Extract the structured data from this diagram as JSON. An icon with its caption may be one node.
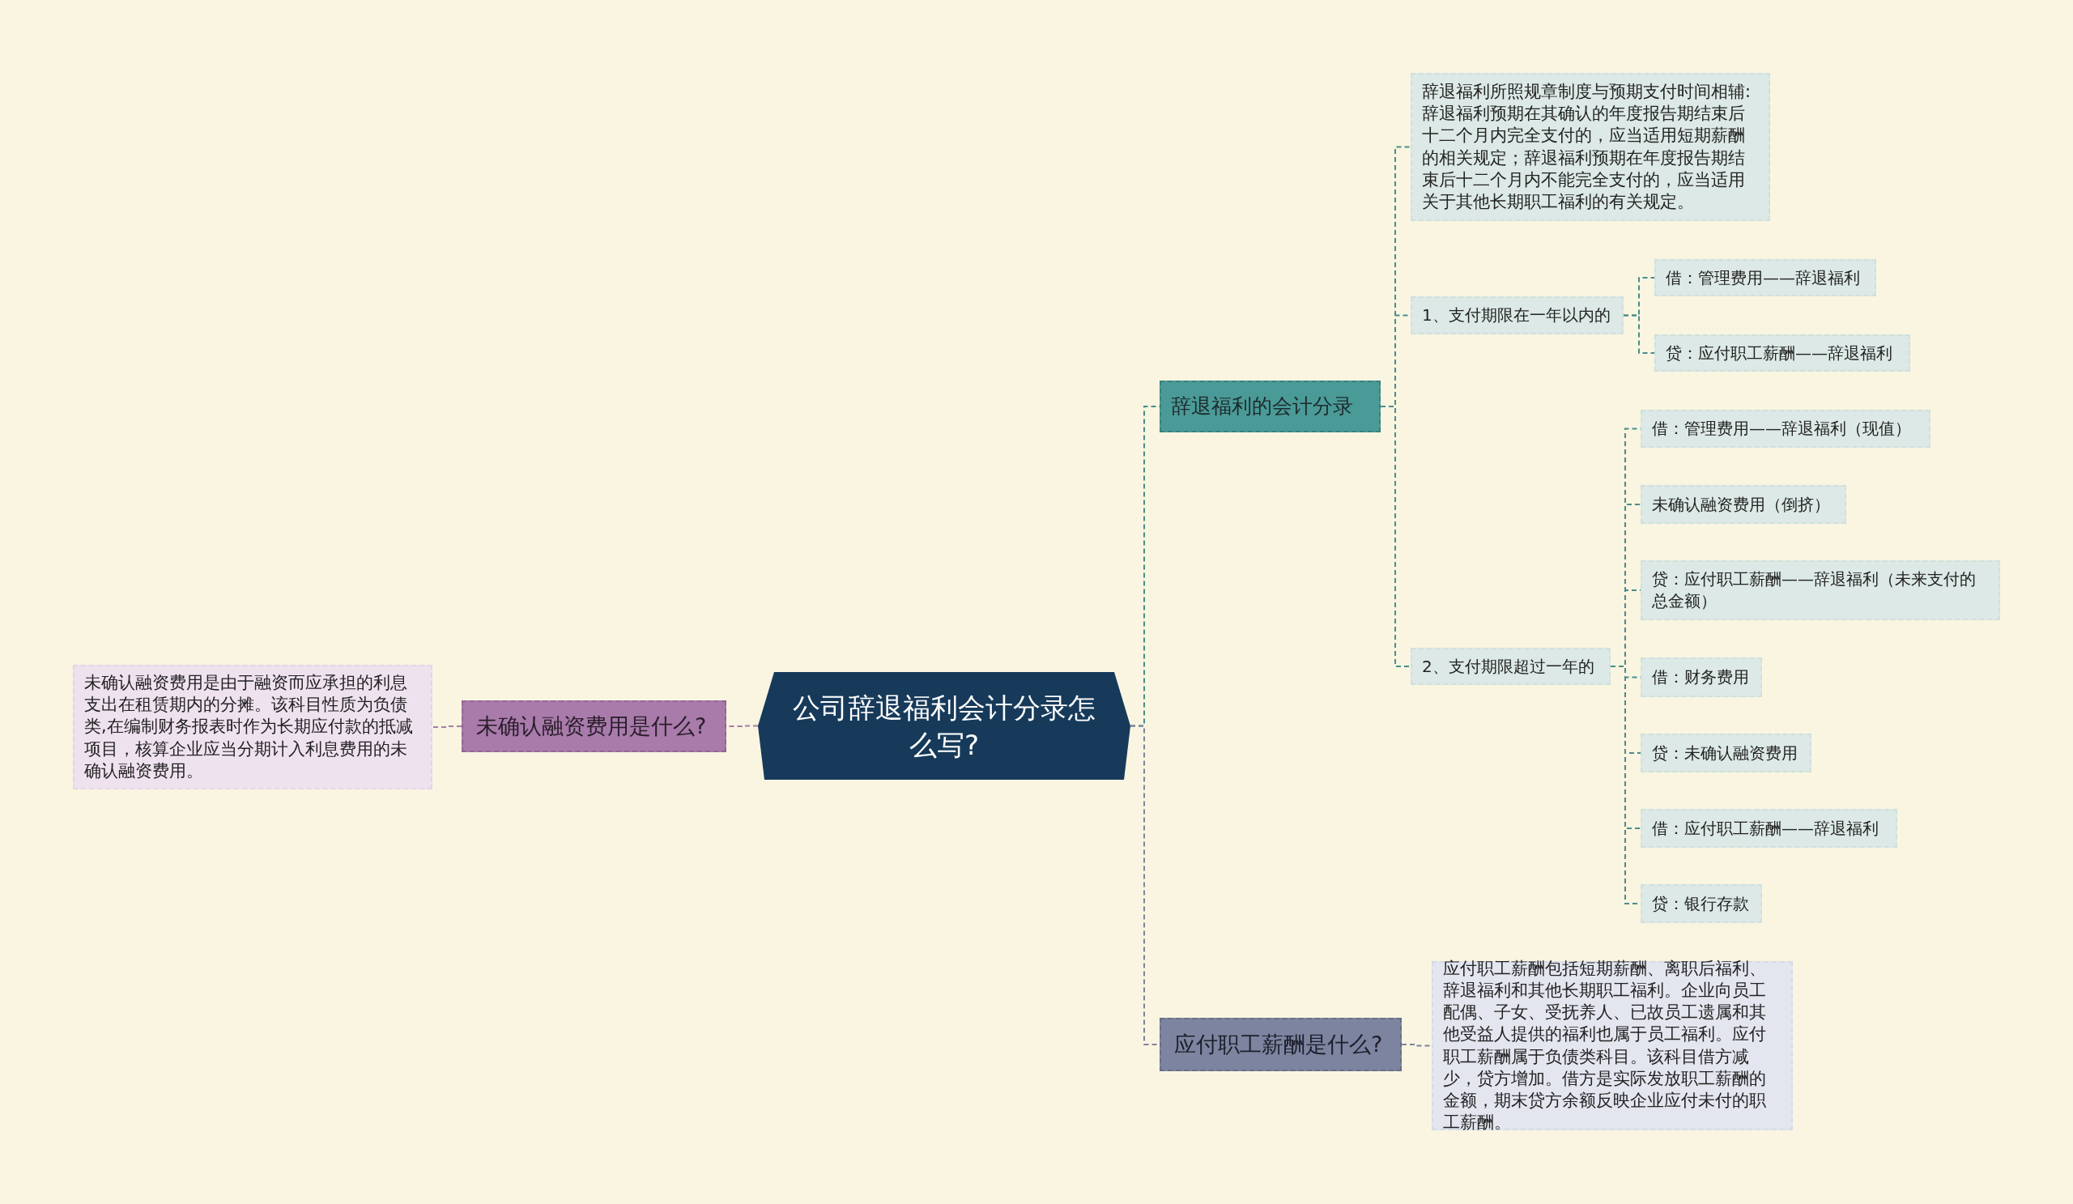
{
  "diagram": {
    "nodes": [
      {
        "text": [
          "公司辞退福利会计分录怎么写?"
        ]
      },
      {
        "text": [
          "辞退福利的会计分录"
        ]
      },
      {
        "text": [
          "辞退福利所照规章制度与预期支付时间相辅:辞退福利预期在其确认的年度报告期结束后十二个月内完全支付的，应当适用短期薪酬的相关规定；辞退福利预期在年度报告期结束后十二个月内不能完全支付的，应当适用关于其他长期职工福利的有关规定。"
        ]
      },
      {
        "text": [
          "1、支付期限在一年以内的"
        ]
      },
      {
        "text": [
          "借：管理费用——辞退福利"
        ]
      },
      {
        "text": [
          "贷：应付职工薪酬——辞退福利"
        ]
      },
      {
        "text": [
          "2、支付期限超过一年的"
        ]
      },
      {
        "text": [
          "借：管理费用——辞退福利（现值）"
        ]
      },
      {
        "text": [
          "未确认融资费用（倒挤）"
        ]
      },
      {
        "text": [
          "贷：应付职工薪酬——辞退福利（未来支付的总金额）"
        ]
      },
      {
        "text": [
          "借：财务费用"
        ]
      },
      {
        "text": [
          "贷：未确认融资费用"
        ]
      },
      {
        "text": [
          "借：应付职工薪酬——辞退福利"
        ]
      },
      {
        "text": [
          "贷：银行存款"
        ]
      },
      {
        "text": [
          "应付职工薪酬是什么?"
        ]
      },
      {
        "text": [
          "应付职工薪酬包括短期薪酬、离职后福利、辞退福利和其他长期职工福利。企业向员工配偶、子女、受抚养人、已故员工遗属和其他受益人提供的福利也属于员工福利。应付职工薪酬属于负债类科目。该科目借方减少，贷方增加。借方是实际发放职工薪酬的金额，期末贷方余额反映企业应付未付的职工薪酬。"
        ]
      },
      {
        "text": [
          "未确认融资费用是什么?"
        ]
      },
      {
        "text": [
          "未确认融资费用是由于融资而应承担的利息支出在租赁期内的分摊。该科目性质为负债类,在编制财务报表时作为长期应付款的抵减项目，核算企业应当分期计入利息费用的未确认融资费用。"
        ]
      }
    ],
    "edges": [
      {
        "from": 0,
        "to": 1,
        "arrow": "none"
      },
      {
        "from": 1,
        "to": 2,
        "arrow": "none"
      },
      {
        "from": 1,
        "to": 3,
        "arrow": "none"
      },
      {
        "from": 3,
        "to": 4,
        "arrow": "none"
      },
      {
        "from": 3,
        "to": 5,
        "arrow": "none"
      },
      {
        "from": 1,
        "to": 6,
        "arrow": "none"
      },
      {
        "from": 6,
        "to": 7,
        "arrow": "none"
      },
      {
        "from": 6,
        "to": 8,
        "arrow": "none"
      },
      {
        "from": 6,
        "to": 9,
        "arrow": "none"
      },
      {
        "from": 6,
        "to": 10,
        "arrow": "none"
      },
      {
        "from": 6,
        "to": 11,
        "arrow": "none"
      },
      {
        "from": 6,
        "to": 12,
        "arrow": "none"
      },
      {
        "from": 6,
        "to": 13,
        "arrow": "none"
      },
      {
        "from": 0,
        "to": 14,
        "arrow": "none",
        "color": "#7c84a0"
      },
      {
        "from": 14,
        "to": 15,
        "arrow": "none",
        "color": "#7c84a0"
      },
      {
        "from": 0,
        "to": 16,
        "arrow": "none",
        "color": "#a87bab"
      },
      {
        "from": 16,
        "to": 17,
        "arrow": "none",
        "color": "#a87bab"
      }
    ]
  }
}
